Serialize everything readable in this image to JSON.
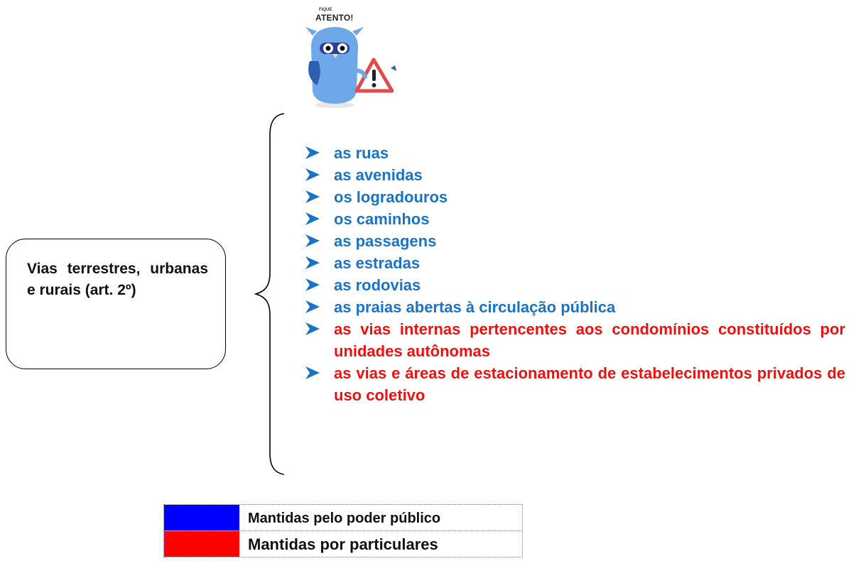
{
  "mascot": {
    "caption_small": "FIQUE",
    "caption": "ATENTO!",
    "icon": "owl-warning-icon"
  },
  "label_box": {
    "text": "Vias terrestres, urbanas e rurais (art. 2º)"
  },
  "items": [
    {
      "text": "as ruas",
      "color": "blue"
    },
    {
      "text": "as avenidas",
      "color": "blue"
    },
    {
      "text": "os logradouros",
      "color": "blue"
    },
    {
      "text": "os caminhos",
      "color": "blue"
    },
    {
      "text": "as passagens",
      "color": "blue"
    },
    {
      "text": "as estradas",
      "color": "blue"
    },
    {
      "text": "as rodovias",
      "color": "blue"
    },
    {
      "text": "as praias abertas à circulação pública",
      "color": "blue"
    },
    {
      "text": "as vias internas pertencentes aos condomínios constituídos por unidades autônomas",
      "color": "red"
    },
    {
      "text": "as vias e áreas de estacionamento de estabelecimentos privados de uso coletivo",
      "color": "red"
    }
  ],
  "legend": [
    {
      "label": "Mantidas pelo poder público",
      "swatch": "#0000ff"
    },
    {
      "label": "Mantidas por particulares",
      "swatch": "#ff0000"
    }
  ],
  "colors": {
    "blue_text": "#1a73c5",
    "red_text": "#f01010",
    "arrow": "#1a73c5"
  }
}
